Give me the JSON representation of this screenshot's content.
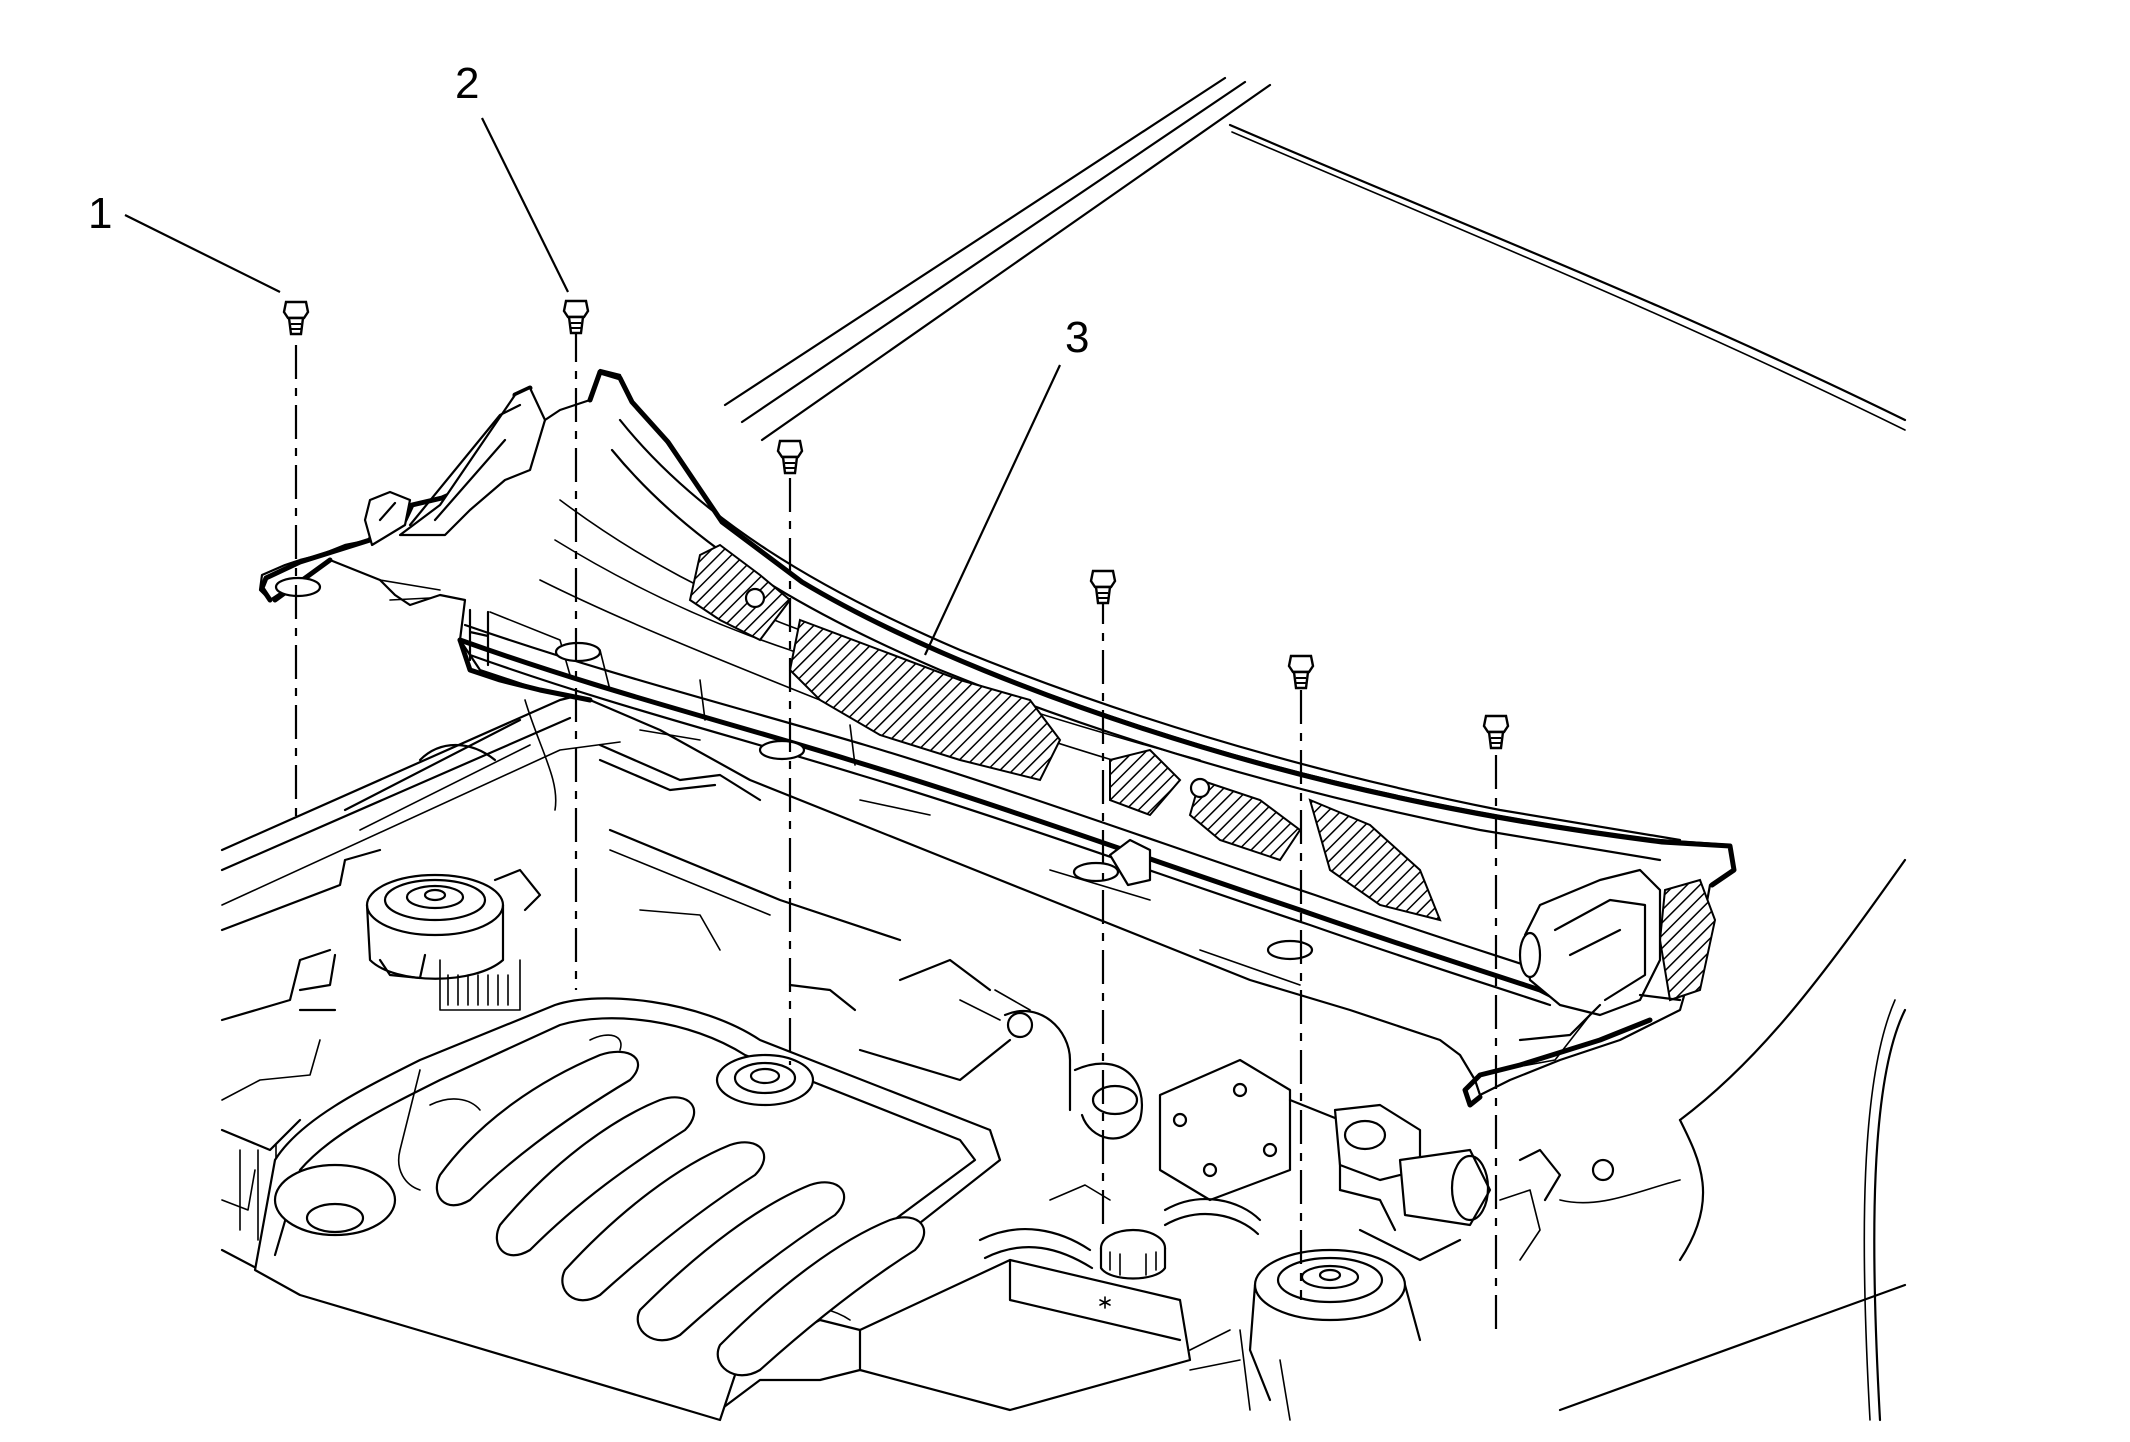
{
  "diagram": {
    "callouts": [
      {
        "label": "1"
      },
      {
        "label": "2"
      },
      {
        "label": "3"
      }
    ],
    "colors": {
      "line": "#000000",
      "background": "#ffffff",
      "hatch": "#000000"
    }
  }
}
